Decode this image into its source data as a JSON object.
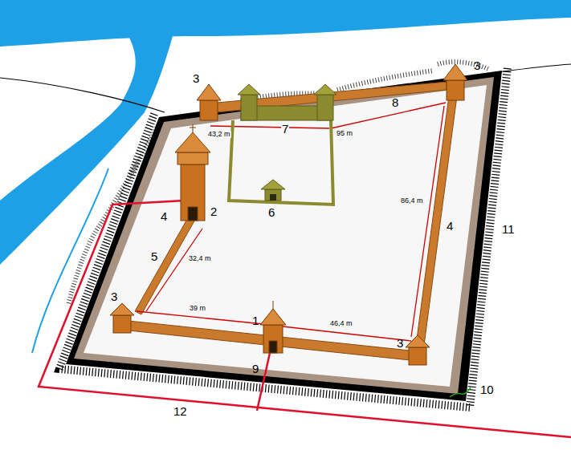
{
  "diagram": {
    "labels": [
      "3",
      "3",
      "7",
      "8",
      "43,2 m",
      "95 m",
      "2",
      "6",
      "86,4 m",
      "4",
      "5",
      "32,4 m",
      "4",
      "11",
      "3",
      "39 m",
      "1",
      "46,4 m",
      "3",
      "9",
      "10",
      "12"
    ]
  }
}
